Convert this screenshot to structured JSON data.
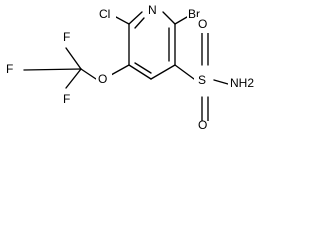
{
  "molecule": {
    "atoms": {
      "n": "N",
      "cl": "Cl",
      "br": "Br",
      "o_ether": "O",
      "f1": "F",
      "f2": "F",
      "f3": "F",
      "s": "S",
      "o_top": "O",
      "o_bottom": "O",
      "nh2": "NH2"
    }
  }
}
